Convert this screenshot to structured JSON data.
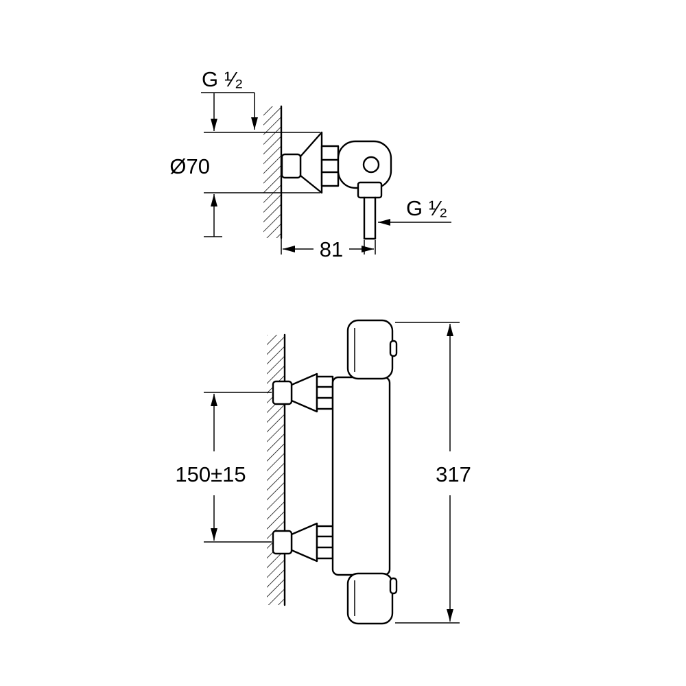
{
  "drawing": {
    "title": "thermostatic shower mixer installation dimensions",
    "background": "#ffffff",
    "line_color": "#000000",
    "views": {
      "side": {
        "labels": {
          "thread_top": "G ¹⁄₂",
          "diameter": "Ø70",
          "wall_distance": "81",
          "thread_outlet": "G ¹⁄₂"
        }
      },
      "front": {
        "labels": {
          "connection_spacing": "150±15",
          "overall_height": "317"
        }
      }
    }
  }
}
